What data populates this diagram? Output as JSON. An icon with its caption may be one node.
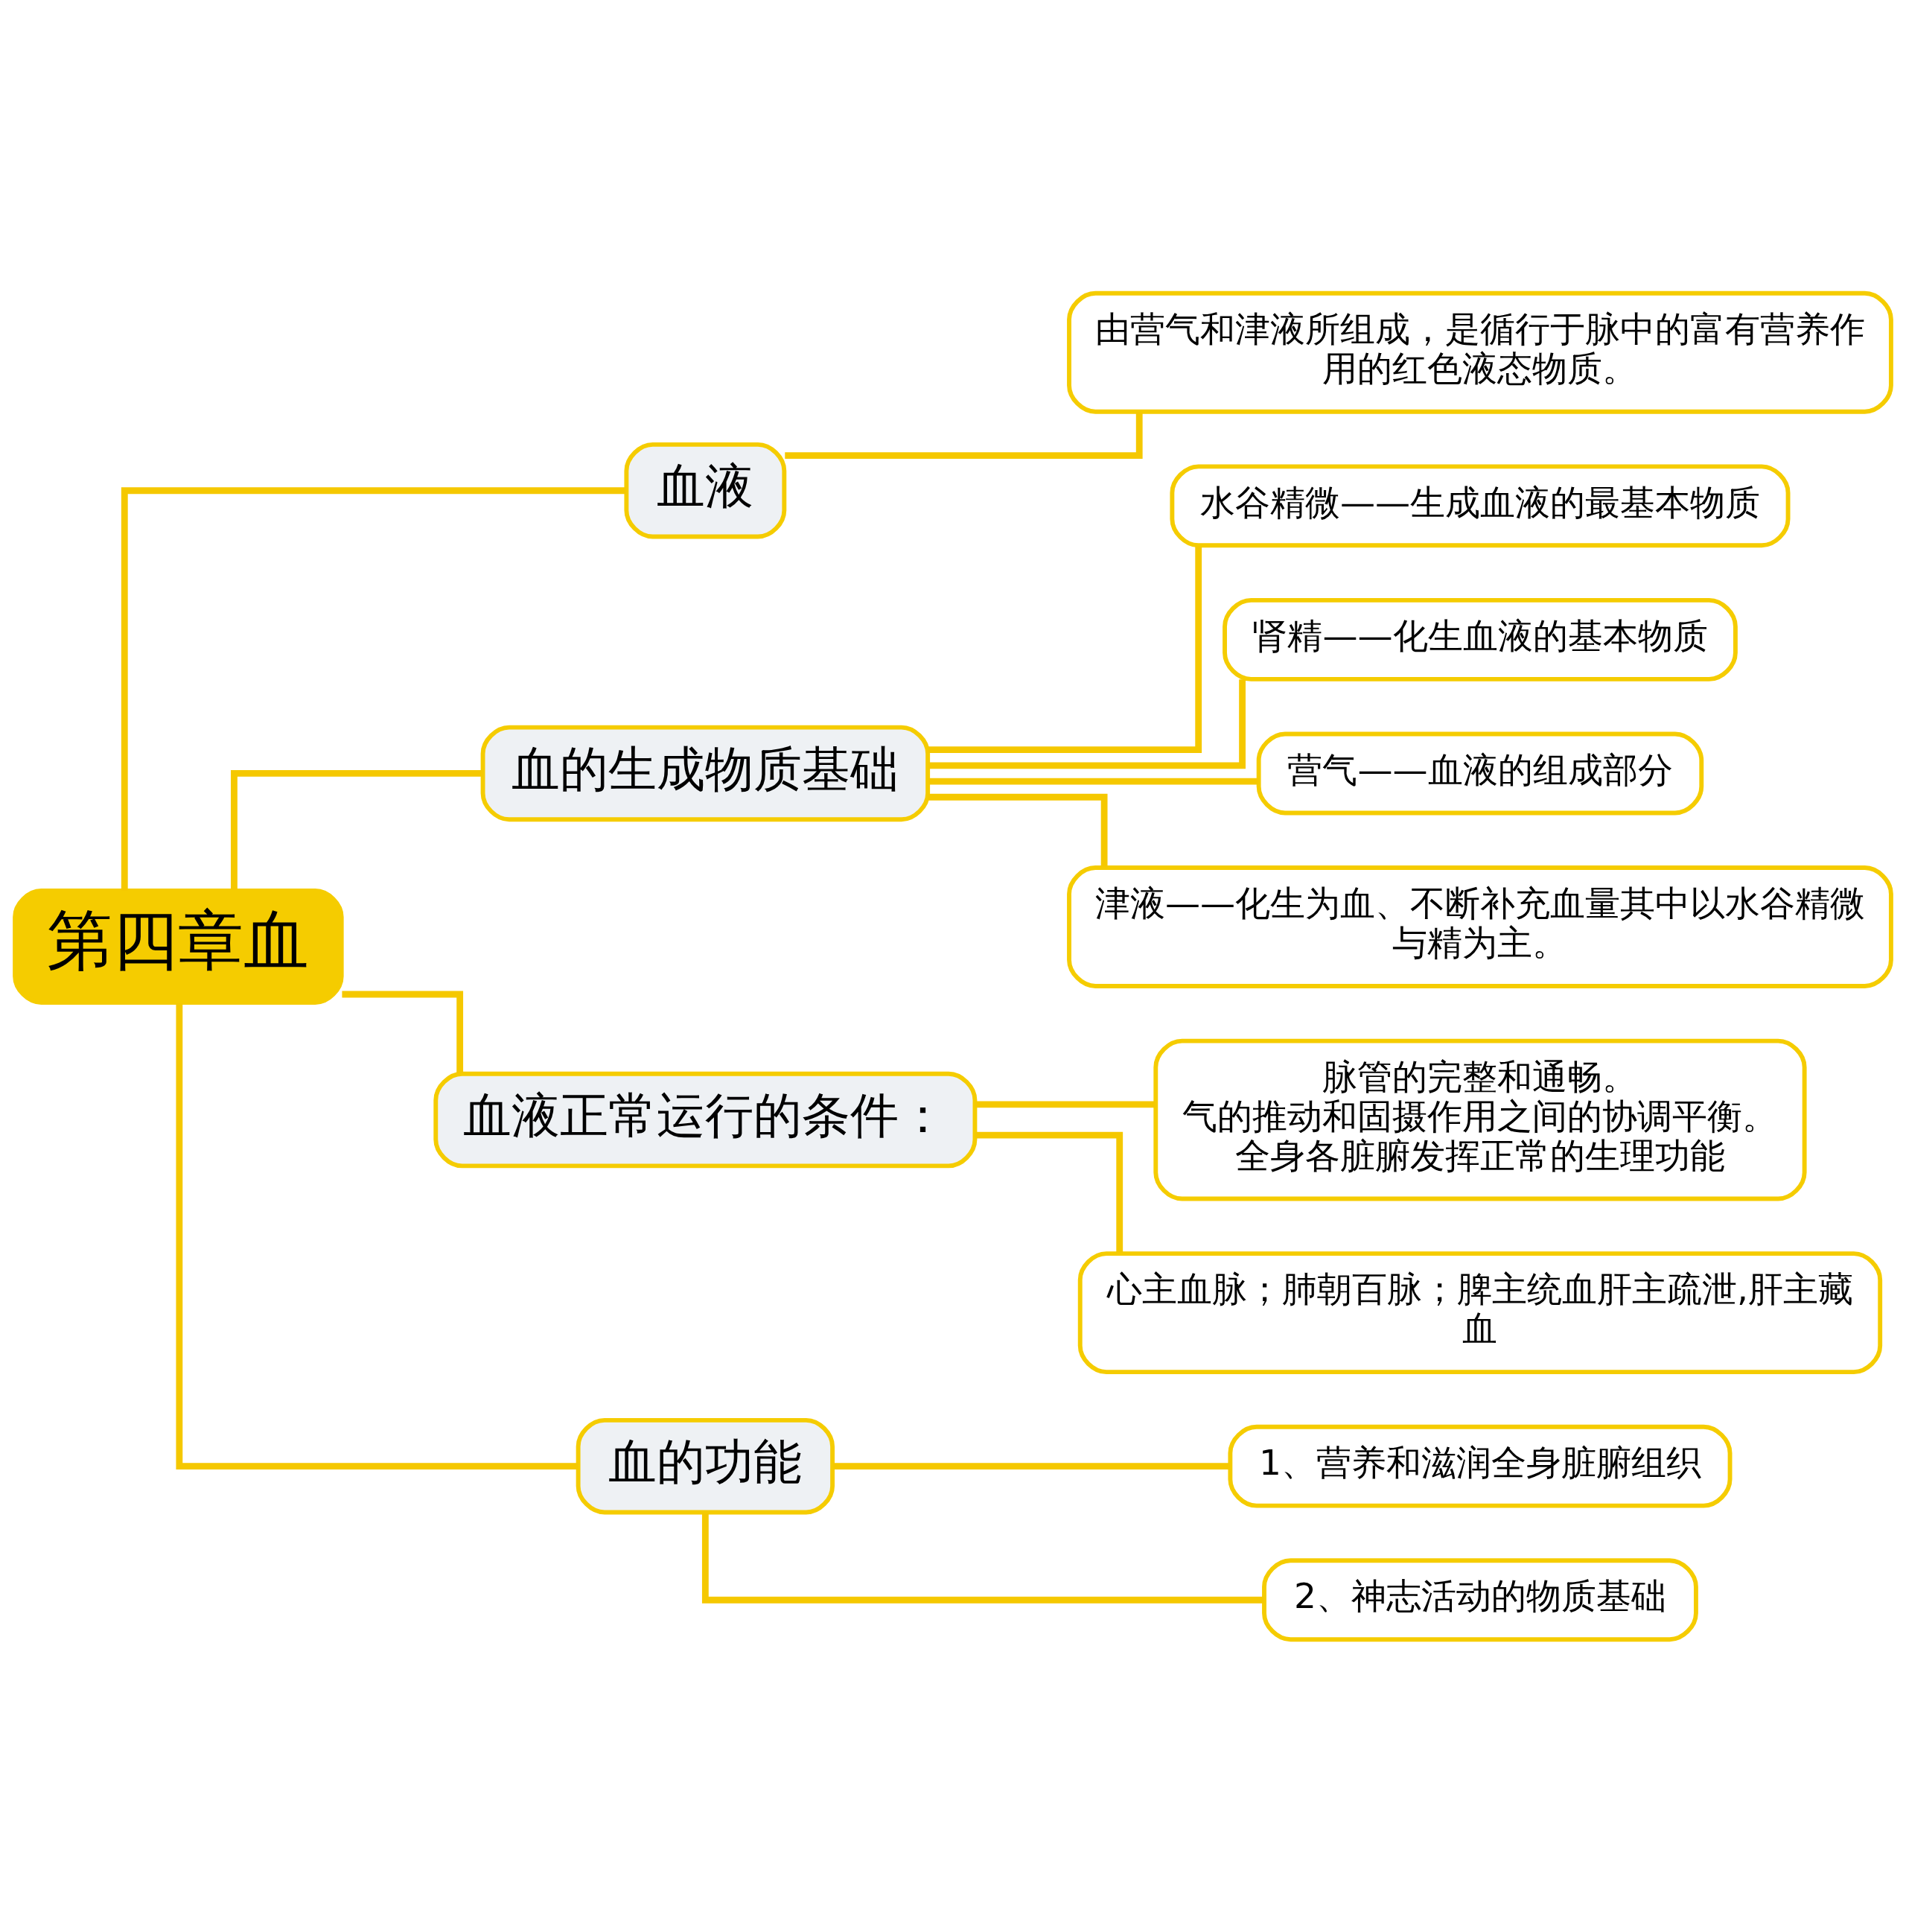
{
  "diagram": {
    "nodes": [
      {
        "text": [
          "第四章血"
        ]
      },
      {
        "text": [
          "血液"
        ]
      },
      {
        "text": [
          "由营气和津液所组成，是循行于脉中的富有营养作用的红色液态物质。"
        ]
      },
      {
        "text": [
          "血的生成物质基础"
        ]
      },
      {
        "text": [
          "水谷精微——生成血液的最基本物质"
        ]
      },
      {
        "text": [
          "肾精——化生血液的基本物质"
        ]
      },
      {
        "text": [
          "营气——血液的组成部分"
        ]
      },
      {
        "text": [
          "津液——化生为血、不断补充血量其中以水谷精微与精为主。"
        ]
      },
      {
        "text": [
          "血液正常运行的条件："
        ]
      },
      {
        "text": [
          "脉管的完整和通畅。",
          "气的推动和固摄作用之间的协调平衡。",
          "全身各脏腑发挥正常的生理功能"
        ]
      },
      {
        "text": [
          "心主血脉；肺朝百脉；脾主统血肝主疏泄,肝主藏血"
        ]
      },
      {
        "text": [
          "血的功能"
        ]
      },
      {
        "text": [
          "1、营养和滋润全身脏腑组织"
        ]
      },
      {
        "text": [
          "2、神志活动的物质基础"
        ]
      }
    ],
    "edges": [
      {
        "from": 0,
        "to": 1,
        "arrow": "none"
      },
      {
        "from": 1,
        "to": 2,
        "arrow": "none"
      },
      {
        "from": 0,
        "to": 3,
        "arrow": "none"
      },
      {
        "from": 3,
        "to": 4,
        "arrow": "none"
      },
      {
        "from": 3,
        "to": 5,
        "arrow": "none"
      },
      {
        "from": 3,
        "to": 6,
        "arrow": "none"
      },
      {
        "from": 3,
        "to": 7,
        "arrow": "none"
      },
      {
        "from": 0,
        "to": 8,
        "arrow": "none"
      },
      {
        "from": 8,
        "to": 9,
        "arrow": "none"
      },
      {
        "from": 8,
        "to": 10,
        "arrow": "none"
      },
      {
        "from": 0,
        "to": 11,
        "arrow": "none"
      },
      {
        "from": 11,
        "to": 12,
        "arrow": "none"
      },
      {
        "from": 11,
        "to": 13,
        "arrow": "none"
      }
    ]
  }
}
